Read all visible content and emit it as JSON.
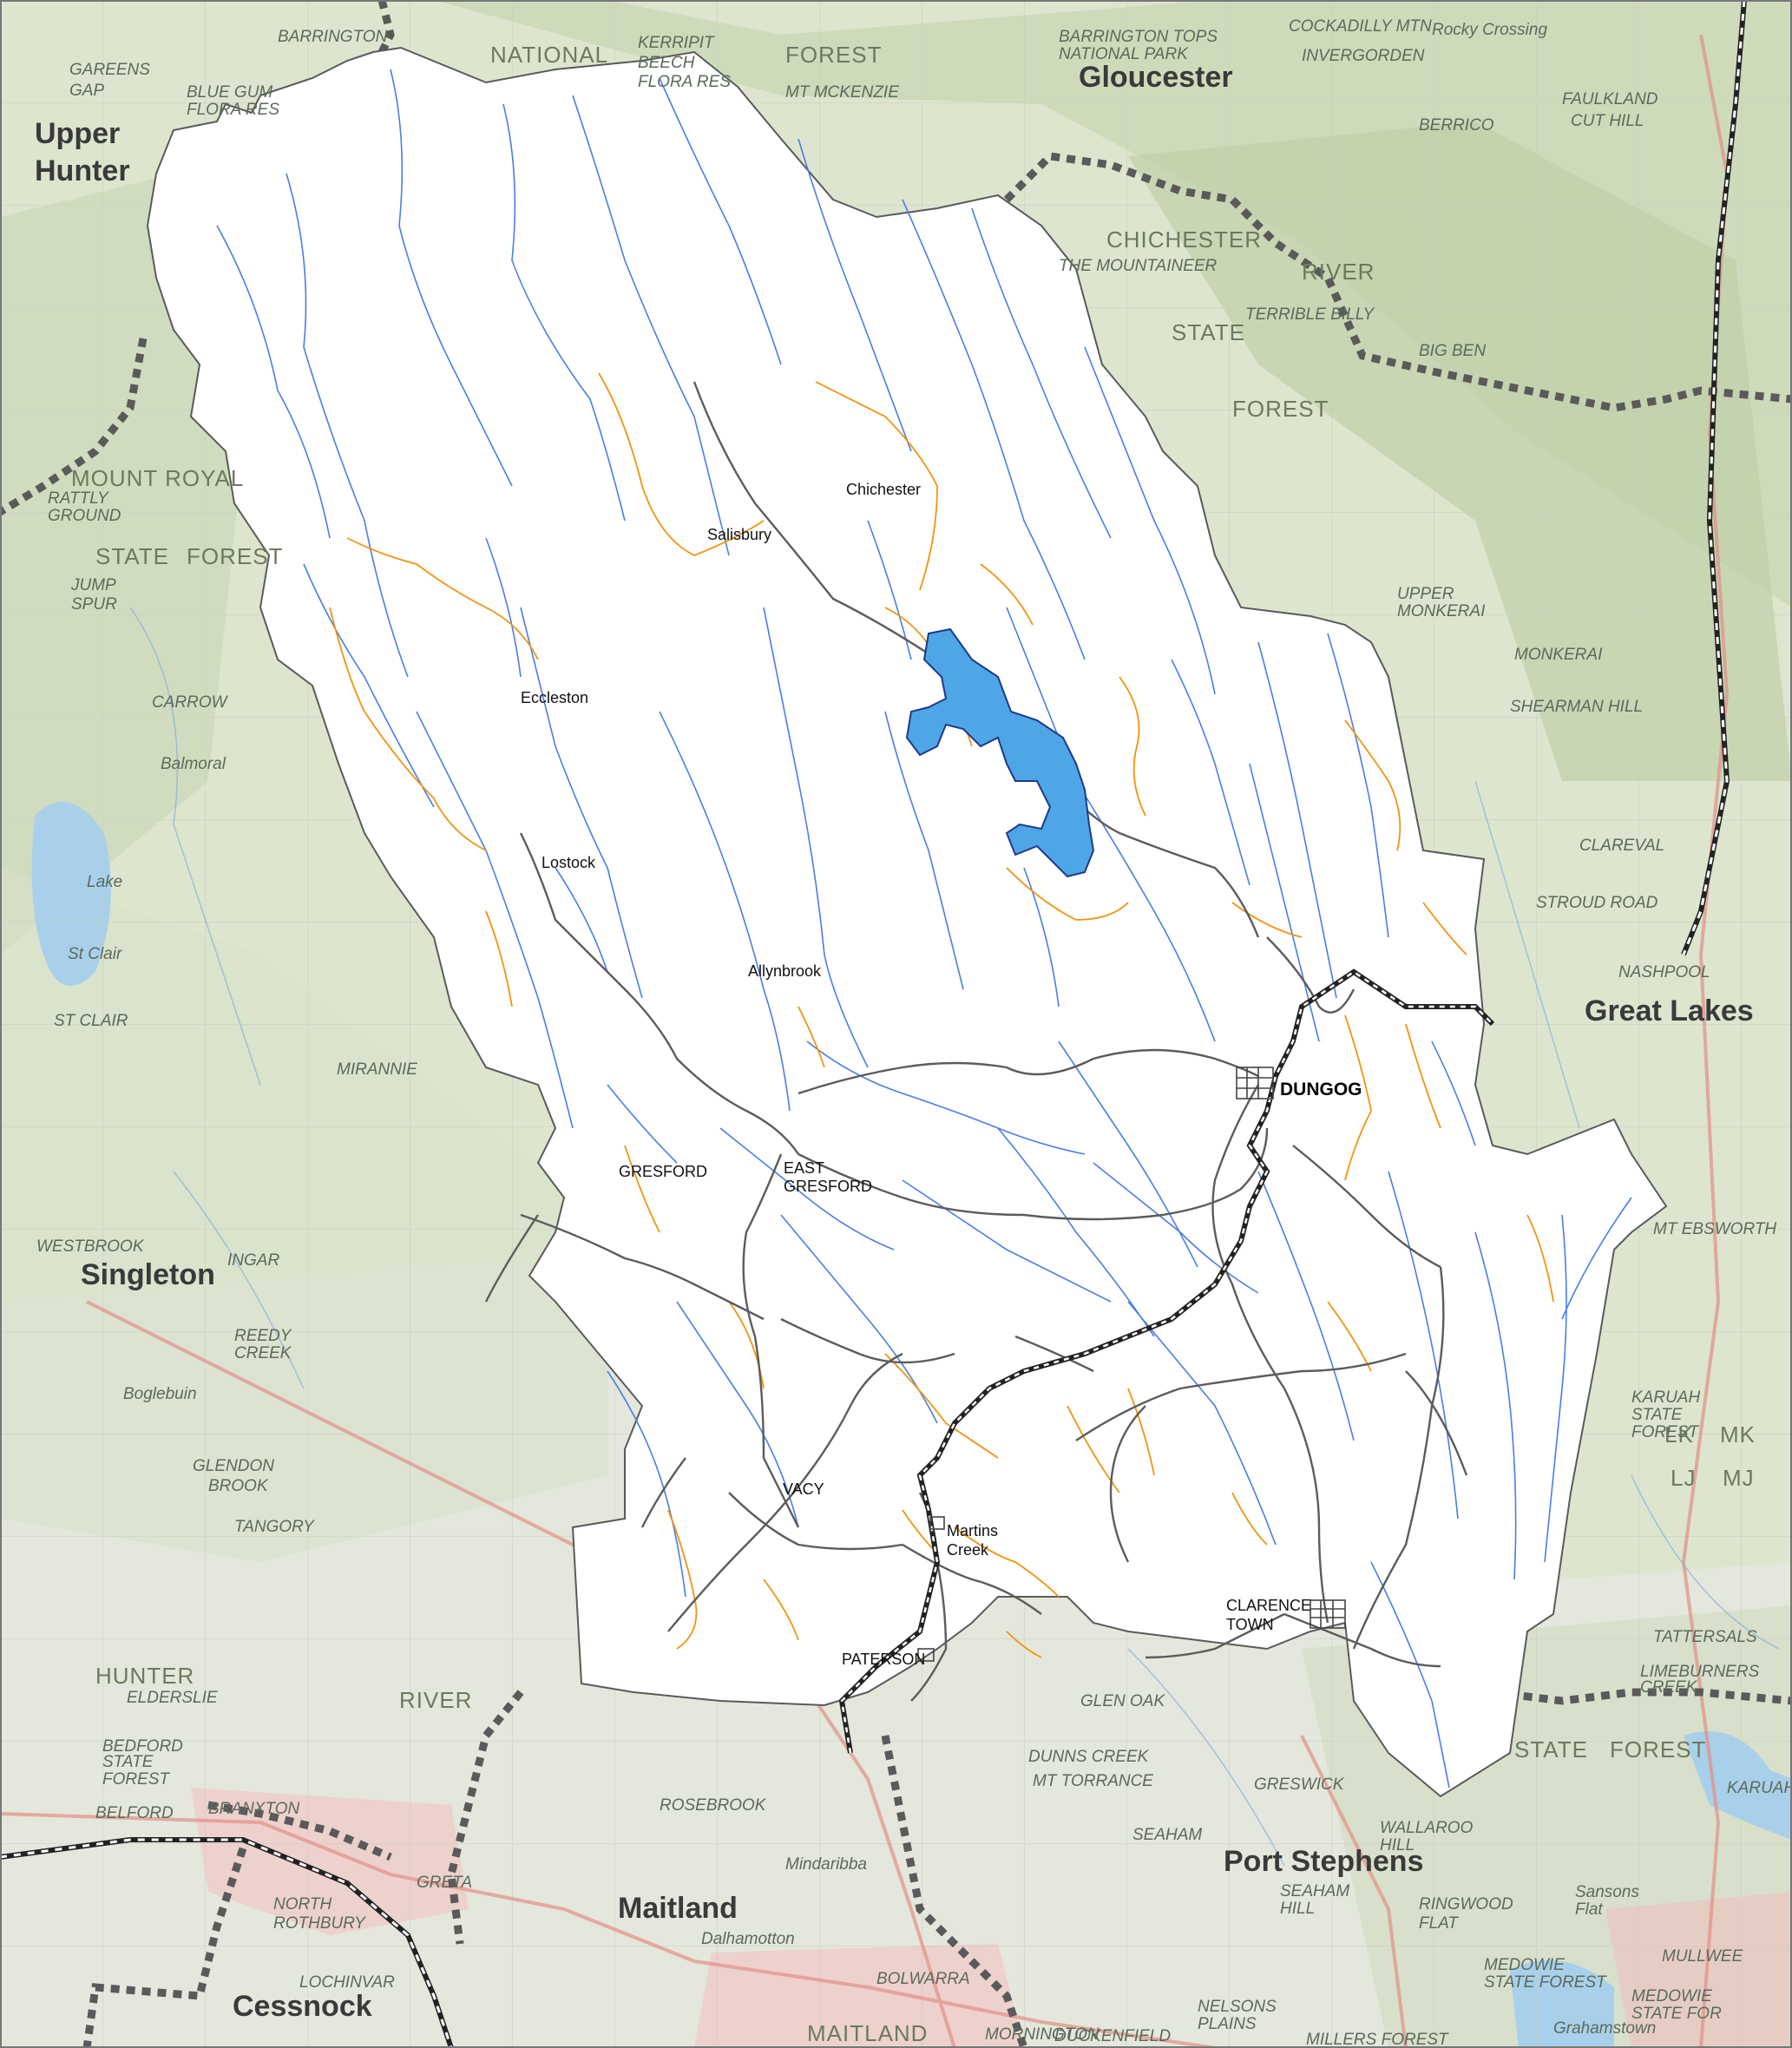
{
  "map": {
    "lga_labels": [
      {
        "id": "upper-hunter",
        "lines": [
          "Upper",
          "Hunter"
        ]
      },
      {
        "id": "gloucester",
        "lines": [
          "Gloucester"
        ]
      },
      {
        "id": "great-lakes",
        "lines": [
          "Great Lakes"
        ]
      },
      {
        "id": "singleton",
        "lines": [
          "Singleton"
        ]
      },
      {
        "id": "port-stephens",
        "lines": [
          "Port Stephens"
        ]
      },
      {
        "id": "maitland",
        "lines": [
          "Maitland"
        ]
      },
      {
        "id": "cessnock",
        "lines": [
          "Cessnock"
        ]
      }
    ],
    "towns": [
      {
        "id": "chichester",
        "lines": [
          "Chichester"
        ]
      },
      {
        "id": "salisbury",
        "lines": [
          "Salisbury"
        ]
      },
      {
        "id": "eccleston",
        "lines": [
          "Eccleston"
        ]
      },
      {
        "id": "lostock",
        "lines": [
          "Lostock"
        ]
      },
      {
        "id": "allynbrook",
        "lines": [
          "Allynbrook"
        ]
      },
      {
        "id": "dungog",
        "lines": [
          "DUNGOG"
        ]
      },
      {
        "id": "gresford",
        "lines": [
          "GRESFORD"
        ]
      },
      {
        "id": "east-gresford",
        "lines": [
          "EAST",
          "GRESFORD"
        ]
      },
      {
        "id": "vacy",
        "lines": [
          "VACY"
        ]
      },
      {
        "id": "martins-creek",
        "lines": [
          "Martins",
          "Creek"
        ]
      },
      {
        "id": "clarence-town",
        "lines": [
          "CLARENCE",
          "TOWN"
        ]
      },
      {
        "id": "paterson",
        "lines": [
          "PATERSON"
        ]
      }
    ],
    "background_labels": [
      "BARRINGTON",
      "NATIONAL",
      "FOREST",
      "GAREENS",
      "GAP",
      "BLUE GUM",
      "FLORA RES",
      "KERRIPIT",
      "BEECH",
      "FLORA RES",
      "MT MCKENZIE",
      "BARRINGTON TOPS",
      "NATIONAL PARK",
      "CHICHESTER",
      "STATE",
      "FOREST",
      "THE MOUNTAINEER",
      "TERRIBLE BILLY",
      "RIVER",
      "COCKADILLY MTN",
      "INVERGORDEN",
      "Rocky Crossing",
      "FAULKLAND",
      "CUT HILL",
      "BERRICO",
      "BIG BEN",
      "UPPER",
      "MONKERAI",
      "MONKERAI",
      "SHEARMAN HILL",
      "STROUD ROAD",
      "CLAREVAL",
      "NASHPOOL",
      "MT EBSWORTH",
      "KARUAH",
      "STATE",
      "FOREST",
      "TATTERSALS",
      "LIMEBURNERS",
      "CREEK",
      "STATE",
      "FOREST",
      "KARUAH",
      "MOUNT ROYAL",
      "RATTLY",
      "GROUND",
      "STATE",
      "FOREST",
      "JUMP",
      "SPUR",
      "CARROW",
      "Balmoral",
      "Lake",
      "St Clair",
      "ST CLAIR",
      "MIRANNIE",
      "WESTBROOK",
      "INGAR",
      "REEDY",
      "CREEK",
      "Boglebuin",
      "GLENDON",
      "BROOK",
      "TANGORY",
      "HUNTER",
      "RIVER",
      "ELDERSLIE",
      "BEDFORD",
      "STATE",
      "FOREST",
      "BELFORD",
      "BRANXTON",
      "GRETA",
      "NORTH",
      "ROTHBURY",
      "LOCHINVAR",
      "ROSEBROOK",
      "GLEN OAK",
      "DUNNS CREEK",
      "MT TORRANCE",
      "GRESWICK",
      "SEAHAM",
      "WALLAROO",
      "HILL",
      "SEAHAM",
      "HILL",
      "RINGWOOD",
      "FLAT",
      "Sansons",
      "Flat",
      "MEDOWIE",
      "STATE FOREST",
      "MULLWEE",
      "MEDOWIE",
      "STATE FOR",
      "Grahamstown",
      "NELSONS",
      "PLAINS",
      "BOLWARRA",
      "MAITLAND",
      "MORNINGTON",
      "DUCKENFIELD",
      "MILLERS FOREST",
      "Mindaribba",
      "Dalhamotton",
      "LK",
      "MK",
      "LJ",
      "MJ"
    ],
    "colors": {
      "lga_fill": "#ffffff",
      "river": "#4a7de8",
      "creek_orange": "#f2930f",
      "road": "#555555",
      "railway": "#222222",
      "boundary": "#5a5a5a",
      "dam_fill": "#4ea6e6",
      "background": "#dfe6d3"
    }
  }
}
